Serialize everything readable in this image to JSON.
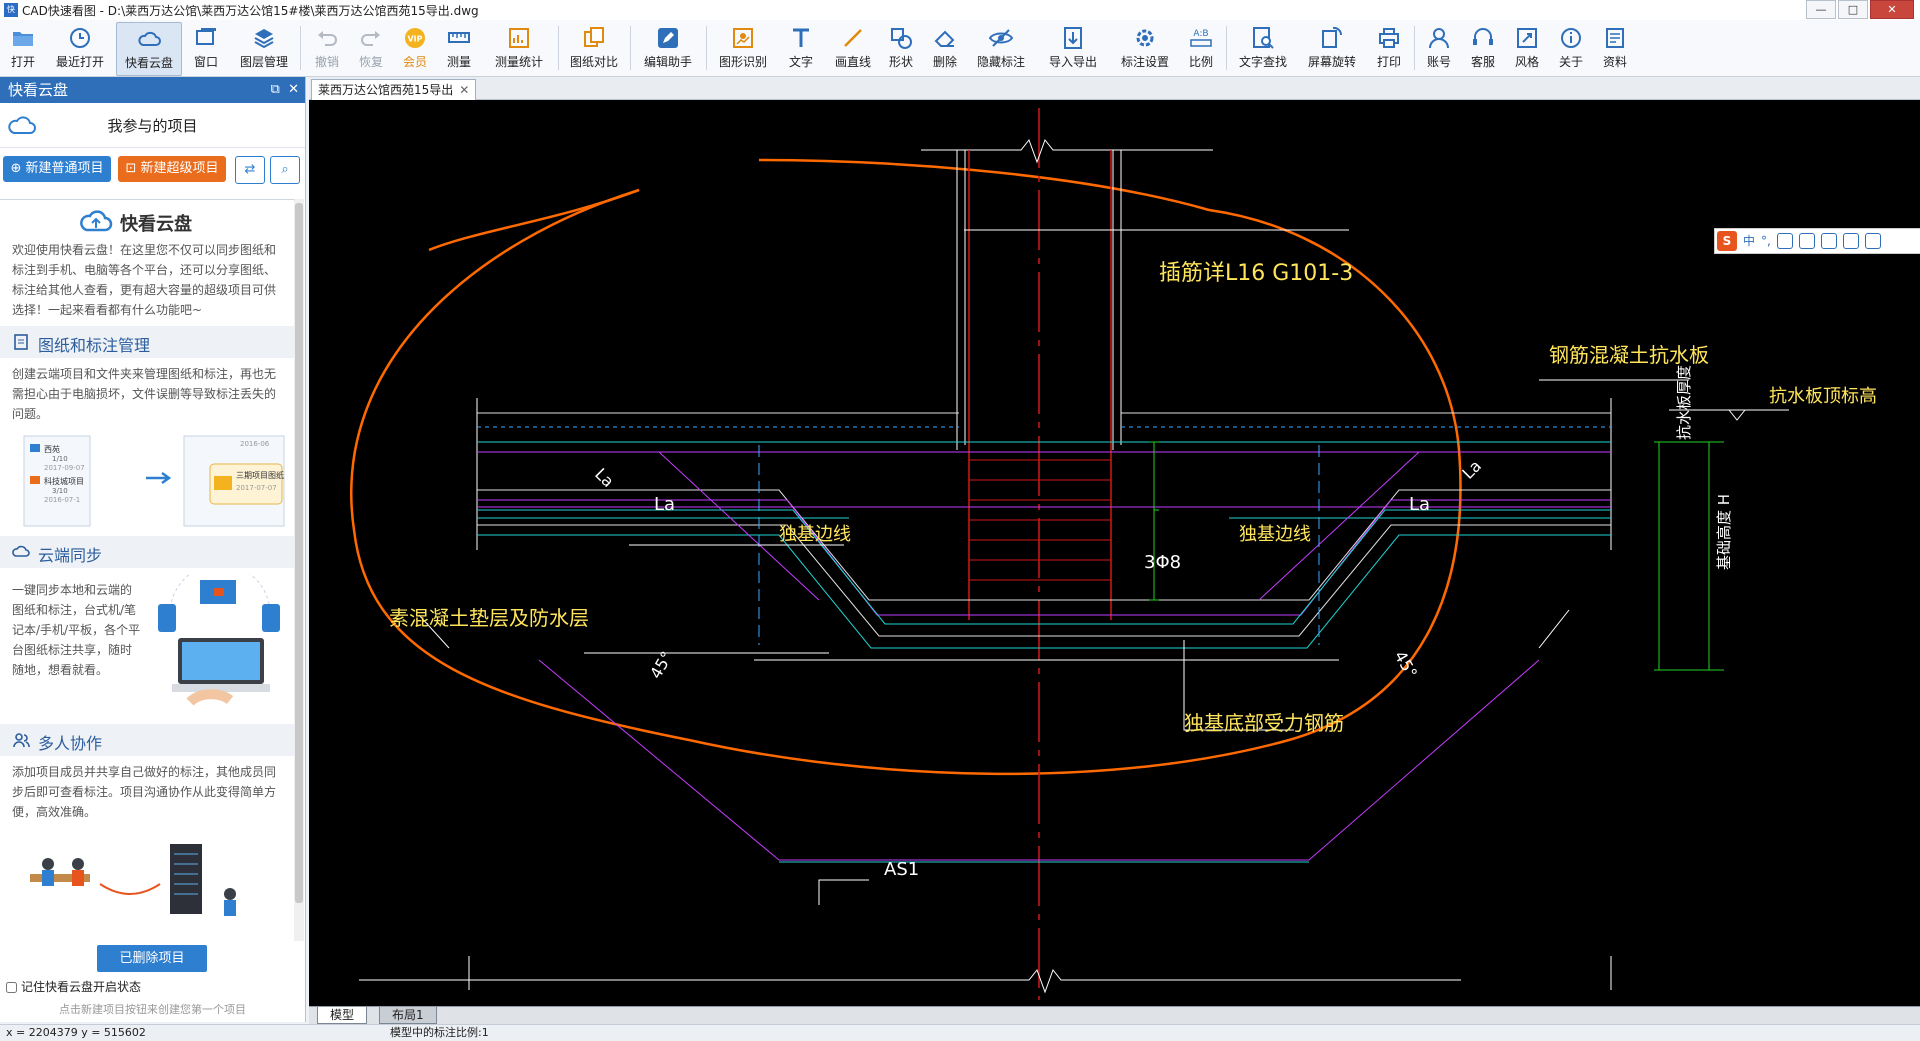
{
  "window": {
    "title": "CAD快速看图 - D:\\莱西万达公馆\\莱西万达公馆15#楼\\莱西万达公馆西苑15导出.dwg",
    "app_icon_text": "快图",
    "controls": [
      "—",
      "□",
      "✕"
    ]
  },
  "toolbar": {
    "items": [
      {
        "label": "打开",
        "icon": "folder-icon"
      },
      {
        "label": "最近打开",
        "icon": "clock-icon"
      },
      {
        "label": "快看云盘",
        "icon": "cloud-icon"
      },
      {
        "label": "窗口",
        "icon": "window-icon"
      },
      {
        "label": "图层管理",
        "icon": "layers-icon"
      },
      {
        "label": "撤销",
        "icon": "undo-icon"
      },
      {
        "label": "恢复",
        "icon": "redo-icon"
      },
      {
        "label": "会员",
        "icon": "vip-icon"
      },
      {
        "label": "测量",
        "icon": "measure-icon"
      },
      {
        "label": "测量统计",
        "icon": "measure-stats-icon"
      },
      {
        "label": "图纸对比",
        "icon": "compare-icon"
      },
      {
        "label": "编辑助手",
        "icon": "edit-icon"
      },
      {
        "label": "图形识别",
        "icon": "shape-recognize-icon"
      },
      {
        "label": "文字",
        "icon": "text-icon"
      },
      {
        "label": "画直线",
        "icon": "line-icon"
      },
      {
        "label": "形状",
        "icon": "shape-icon"
      },
      {
        "label": "删除",
        "icon": "eraser-icon"
      },
      {
        "label": "隐藏标注",
        "icon": "eye-icon"
      },
      {
        "label": "导入导出",
        "icon": "import-export-icon"
      },
      {
        "label": "标注设置",
        "icon": "annotation-settings-icon"
      },
      {
        "label": "比例",
        "icon": "scale-icon"
      },
      {
        "label": "文字查找",
        "icon": "text-search-icon"
      },
      {
        "label": "屏幕旋转",
        "icon": "rotate-icon"
      },
      {
        "label": "打印",
        "icon": "printer-icon"
      },
      {
        "label": "账号",
        "icon": "user-icon"
      },
      {
        "label": "客服",
        "icon": "headset-icon"
      },
      {
        "label": "风格",
        "icon": "style-icon"
      },
      {
        "label": "关于",
        "icon": "info-icon"
      },
      {
        "label": "资料",
        "icon": "book-icon"
      }
    ],
    "vip_badge": "VIP"
  },
  "panel": {
    "header": "快看云盘",
    "my_projects": "我参与的项目",
    "new_normal": "新建普通项目",
    "new_super": "新建超级项目",
    "cloud_title": "快看云盘",
    "intro": "欢迎使用快看云盘！在这里您不仅可以同步图纸和标注到手机、电脑等各个平台，还可以分享图纸、标注给其他人查看，更有超大容量的超级项目可供选择！一起来看看都有什么功能吧~",
    "sections": [
      {
        "title": "图纸和标注管理",
        "icon": "document-icon",
        "text": "创建云端项目和文件夹来管理图纸和标注，再也无需担心由于电脑损坏，文件误删等导致标注丢失的问题。"
      },
      {
        "title": "云端同步",
        "icon": "sync-icon",
        "text": "一键同步本地和云端的图纸和标注，台式机/笔记本/手机/平板，各个平台图纸标注共享，随时随地，想看就看。"
      },
      {
        "title": "多人协作",
        "icon": "team-icon",
        "text": "添加项目成员并共享自己做好的标注，其他成员同步后即可查看标注。项目沟通协作从此变得简单方便，高效准确。"
      }
    ],
    "illus_labels": [
      "西苑",
      "1/10",
      "2017-09-07",
      "科技城项目",
      "3/10",
      "2016-07-1",
      "三期项目图纸",
      "2017-07-07",
      "2016-06"
    ],
    "deleted": "已删除项目",
    "remember": "记住快看云盘开启状态",
    "hint": "点击新建项目按钮来创建您第一个项目"
  },
  "tabs": {
    "doc": "莱西万达公馆西苑15导出",
    "layouts": [
      "模型",
      "布局1"
    ]
  },
  "drawing": {
    "labels": {
      "insert": "插筋详L16 G101-3",
      "slab": "钢筋混凝土抗水板",
      "elev": "抗水板顶标高",
      "thick": "抗水板厚度",
      "height": "基础高度 H",
      "edge": "独基边线",
      "bar": "3Φ8",
      "la": "La",
      "cushion": "素混凝土垫层及防水层",
      "angle": "45°",
      "bottom_bar": "独基底部受力钢筋",
      "as1": "AS1"
    }
  },
  "ime": {
    "logo": "S",
    "mode": "中",
    "punct": "°,"
  },
  "status": {
    "coords": "x = 2204379  y = 515602",
    "scale": "模型中的标注比例:1"
  }
}
